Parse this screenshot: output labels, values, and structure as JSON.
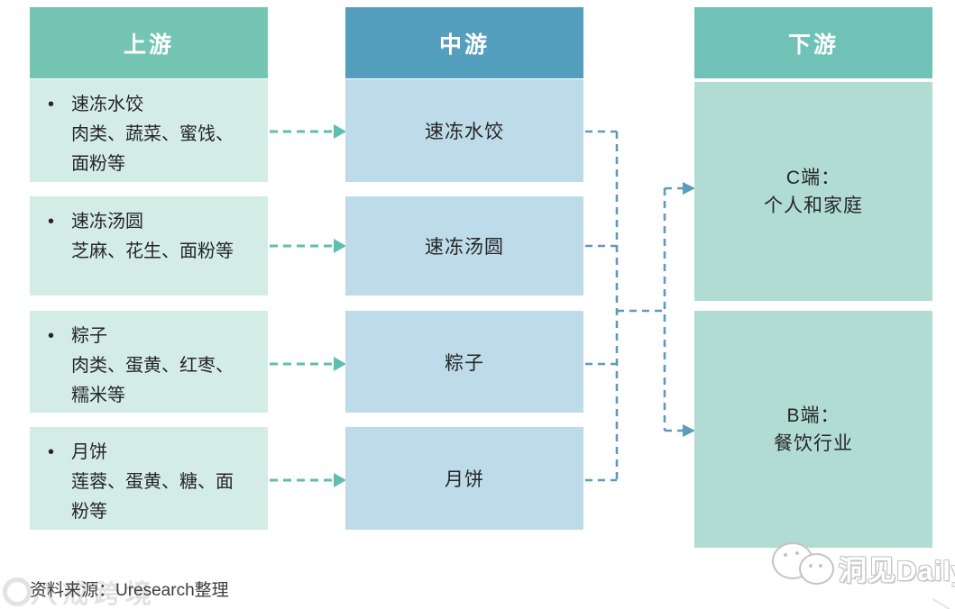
{
  "colors": {
    "upstream_header_bg": "#74c5b4",
    "upstream_body_bg": "#d4ece6",
    "midstream_header_bg": "#559fbe",
    "midstream_body_bg": "#bedbe9",
    "downstream_header_bg": "#6fc2b5",
    "downstream_body_bg": "#b0dcd3",
    "teal_arrow": "#5fbfae",
    "blue_arrow": "#5b9bbc",
    "header_text": "#ffffff",
    "body_text": "#262626",
    "source_text": "#3d3d3d",
    "watermark_text": "#e2e2e2",
    "logo_outline": "#c4c4c4"
  },
  "upstream": {
    "header": "上游",
    "items": [
      {
        "bullet": "•",
        "title": "速冻水饺",
        "detail": "肉类、蔬菜、蜜饯、面粉等"
      },
      {
        "bullet": "•",
        "title": "速冻汤圆",
        "detail": "芝麻、花生、面粉等"
      },
      {
        "bullet": "•",
        "title": "粽子",
        "detail": "肉类、蛋黄、红枣、糯米等"
      },
      {
        "bullet": "•",
        "title": "月饼",
        "detail": "莲蓉、蛋黄、糖、面粉等"
      }
    ]
  },
  "midstream": {
    "header": "中游",
    "items": [
      {
        "label": "速冻水饺"
      },
      {
        "label": "速冻汤圆"
      },
      {
        "label": "粽子"
      },
      {
        "label": "月饼"
      }
    ]
  },
  "downstream": {
    "header": "下游",
    "items": [
      {
        "line1": "C端：",
        "line2": "个人和家庭"
      },
      {
        "line1": "B端：",
        "line2": "餐饮行业"
      }
    ]
  },
  "footer": {
    "source": "资料来源：Uresearch整理",
    "watermark": "八戒跨境",
    "logo_text": "洞见Daily"
  }
}
